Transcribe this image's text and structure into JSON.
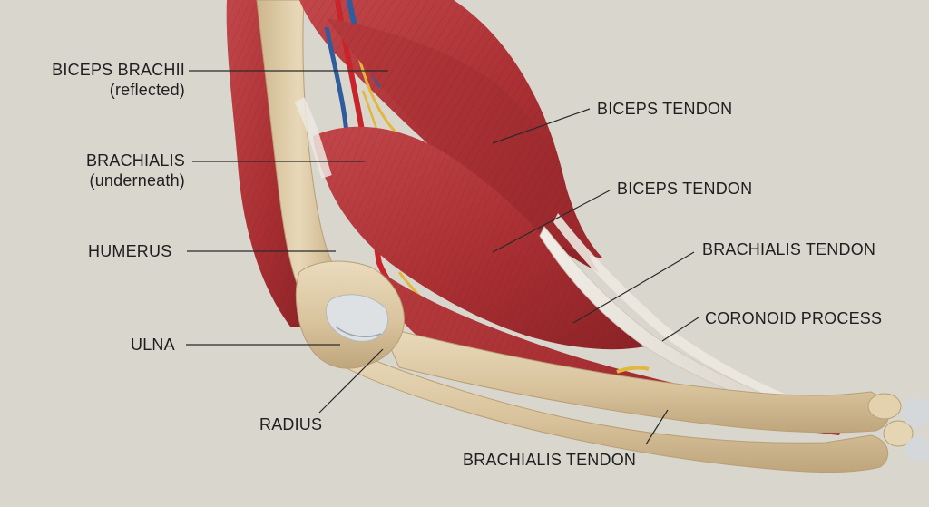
{
  "labels": {
    "biceps_brachii": {
      "line1": "BICEPS BRACHII",
      "line2": "(reflected)"
    },
    "brachialis": {
      "line1": "BRACHIALIS",
      "line2": "(underneath)"
    },
    "humerus": "HUMERUS",
    "ulna": "ULNA",
    "radius": "RADIUS",
    "biceps_tendon_1": "BICEPS TENDON",
    "biceps_tendon_2": "BICEPS TENDON",
    "brachialis_tendon_1": "BRACHIALIS TENDON",
    "coronoid_process": "CORONOID PROCESS",
    "brachialis_tendon_2": "BRACHIALIS TENDON"
  },
  "colors": {
    "background": "#d9d6ce",
    "muscle": "#b5373a",
    "muscle_dark": "#8e2427",
    "bone": "#dcc8a3",
    "bone_shade": "#c4ab80",
    "tendon": "#e9e4dc",
    "artery": "#c8242a",
    "vein": "#2f5c9c",
    "nerve": "#e2b83a",
    "leader_line": "#2a2a2a"
  }
}
